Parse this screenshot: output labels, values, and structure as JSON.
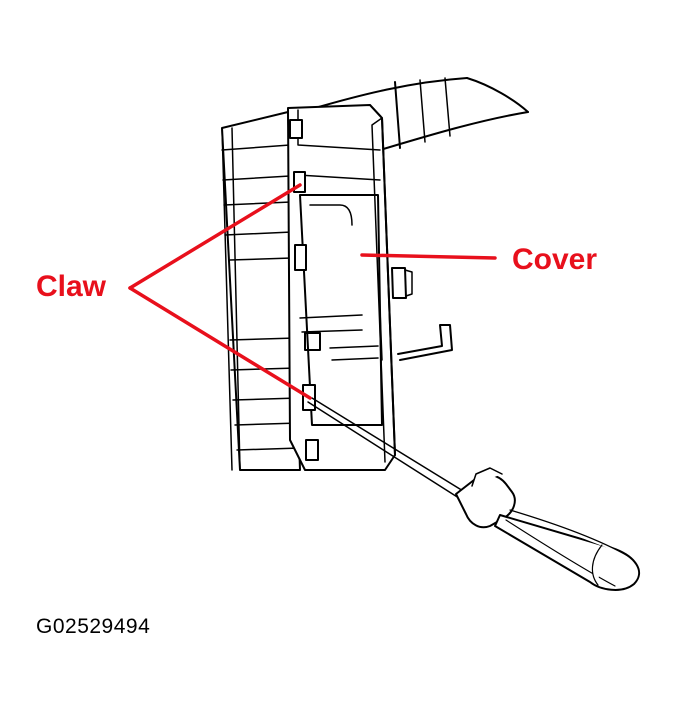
{
  "labels": {
    "claw": "Claw",
    "cover": "Cover"
  },
  "figure_id": "G02529494",
  "colors": {
    "callout": "#e8101c",
    "line_art": "#000000",
    "background": "#ffffff"
  },
  "icons": [
    "screwdriver-icon"
  ]
}
